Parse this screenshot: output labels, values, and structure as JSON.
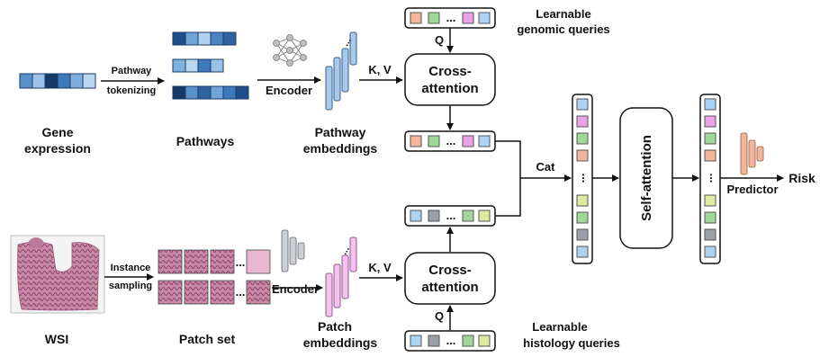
{
  "genomic": {
    "gene_expression_line1": "Gene",
    "gene_expression_line2": "expression",
    "tokenizing_line1": "Pathway",
    "tokenizing_line2": "tokenizing",
    "pathways_label": "Pathways",
    "encoder_label": "Encoder",
    "embeddings_line1": "Pathway",
    "embeddings_line2": "embeddings",
    "queries_line1": "Learnable",
    "queries_line2": "genomic queries"
  },
  "histology": {
    "wsi_label": "WSI",
    "sampling_line1": "Instance",
    "sampling_line2": "sampling",
    "patch_set_label": "Patch set",
    "encoder_label": "Encoder",
    "embeddings_line1": "Patch",
    "embeddings_line2": "embeddings",
    "queries_line1": "Learnable",
    "queries_line2": "histology queries"
  },
  "fusion": {
    "q_label": "Q",
    "kv_label": "K, V",
    "cross_attention_line1": "Cross-",
    "cross_attention_line2": "attention",
    "cat_label": "Cat",
    "self_attention_label": "Self-attention",
    "predictor_label": "Predictor",
    "risk_label": "Risk",
    "ellipsis": "..."
  },
  "colors": {
    "orange": "#f2b79a",
    "green": "#9ed99a",
    "magenta": "#e9a3e6",
    "blue": "#a9d4f4",
    "gray": "#9aa0a6",
    "lime": "#dfe9a0",
    "pink": "#f3c2ee",
    "gene_blue": "#3f7fbf"
  }
}
